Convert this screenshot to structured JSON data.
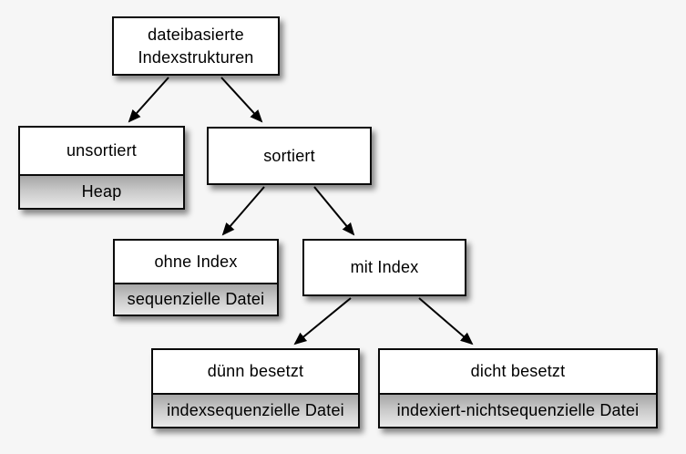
{
  "diagram": {
    "type": "tree",
    "language": "de",
    "nodes": {
      "root": {
        "label": "dateibasierte Indexstrukturen"
      },
      "unsorted": {
        "label": "unsortiert",
        "sublabel": "Heap"
      },
      "sorted": {
        "label": "sortiert"
      },
      "no_index": {
        "label": "ohne Index",
        "sublabel": "sequenzielle Datei"
      },
      "with_index": {
        "label": "mit Index"
      },
      "sparse": {
        "label": "dünn besetzt",
        "sublabel": "indexsequenzielle Datei"
      },
      "dense": {
        "label": "dicht besetzt",
        "sublabel": "indexiert-nichtsequenzielle Datei"
      }
    },
    "edges": [
      {
        "from": "root",
        "to": "unsorted"
      },
      {
        "from": "root",
        "to": "sorted"
      },
      {
        "from": "sorted",
        "to": "no_index"
      },
      {
        "from": "sorted",
        "to": "with_index"
      },
      {
        "from": "with_index",
        "to": "sparse"
      },
      {
        "from": "with_index",
        "to": "dense"
      }
    ],
    "colors": {
      "background": "#f6f6f6",
      "box_fill": "#ffffff",
      "box_border": "#0a0a0a",
      "sub_gradient_top": "#a6a6a6",
      "sub_gradient_bottom": "#e9e9e9",
      "arrow": "#000000",
      "text": "#000000"
    }
  }
}
